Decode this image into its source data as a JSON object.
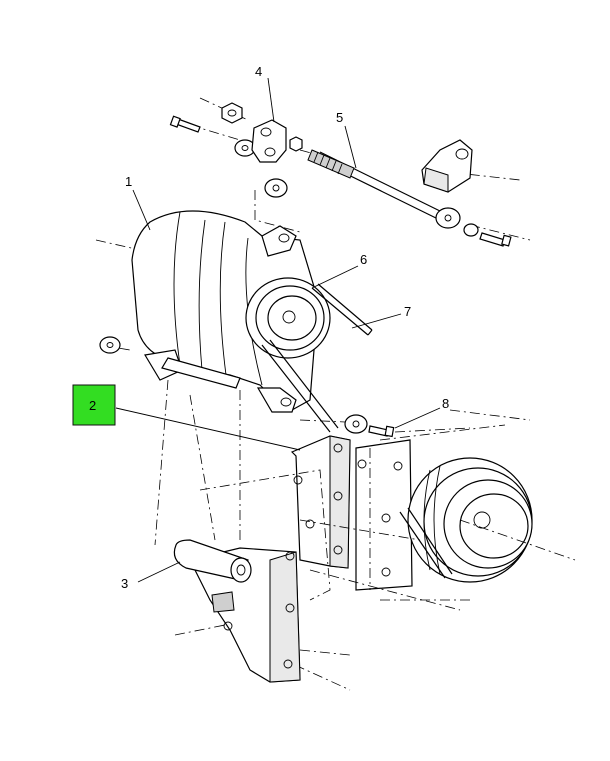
{
  "callouts": {
    "c1": "1",
    "c2": "2",
    "c3": "3",
    "c4": "4",
    "c5": "5",
    "c6": "6",
    "c7": "7",
    "c8": "8"
  },
  "highlight": {
    "label": "2",
    "color": "#33dd22"
  }
}
